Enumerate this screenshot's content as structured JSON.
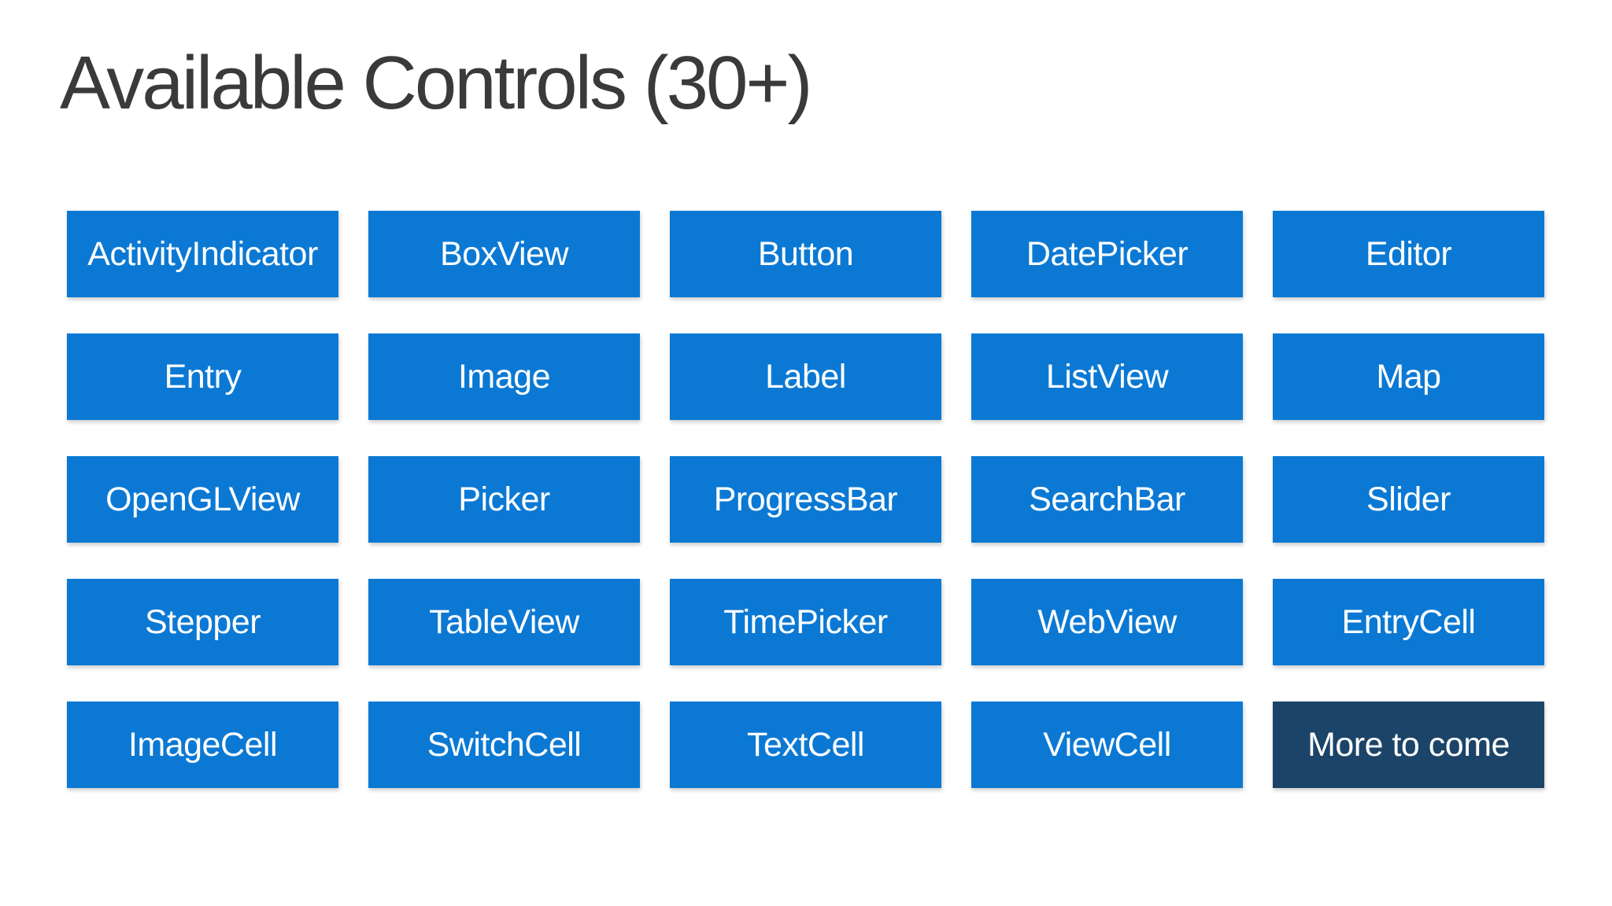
{
  "slide": {
    "title": "Available Controls (30+)"
  },
  "colors": {
    "background": "#ffffff",
    "title_text": "#3a3a3a",
    "tile_blue": "#0b79d4",
    "tile_dark_navy": "#1c4468",
    "tile_text": "#ffffff"
  },
  "grid": {
    "rows": 5,
    "cols": 5,
    "items": [
      {
        "label": "ActivityIndicator",
        "variant": "blue"
      },
      {
        "label": "BoxView",
        "variant": "blue"
      },
      {
        "label": "Button",
        "variant": "blue"
      },
      {
        "label": "DatePicker",
        "variant": "blue"
      },
      {
        "label": "Editor",
        "variant": "blue"
      },
      {
        "label": "Entry",
        "variant": "blue"
      },
      {
        "label": "Image",
        "variant": "blue"
      },
      {
        "label": "Label",
        "variant": "blue"
      },
      {
        "label": "ListView",
        "variant": "blue"
      },
      {
        "label": "Map",
        "variant": "blue"
      },
      {
        "label": "OpenGLView",
        "variant": "blue"
      },
      {
        "label": "Picker",
        "variant": "blue"
      },
      {
        "label": "ProgressBar",
        "variant": "blue"
      },
      {
        "label": "SearchBar",
        "variant": "blue"
      },
      {
        "label": "Slider",
        "variant": "blue"
      },
      {
        "label": "Stepper",
        "variant": "blue"
      },
      {
        "label": "TableView",
        "variant": "blue"
      },
      {
        "label": "TimePicker",
        "variant": "blue"
      },
      {
        "label": "WebView",
        "variant": "blue"
      },
      {
        "label": "EntryCell",
        "variant": "blue"
      },
      {
        "label": "ImageCell",
        "variant": "blue"
      },
      {
        "label": "SwitchCell",
        "variant": "blue"
      },
      {
        "label": "TextCell",
        "variant": "blue"
      },
      {
        "label": "ViewCell",
        "variant": "blue"
      },
      {
        "label": "More to come",
        "variant": "dark"
      }
    ]
  }
}
